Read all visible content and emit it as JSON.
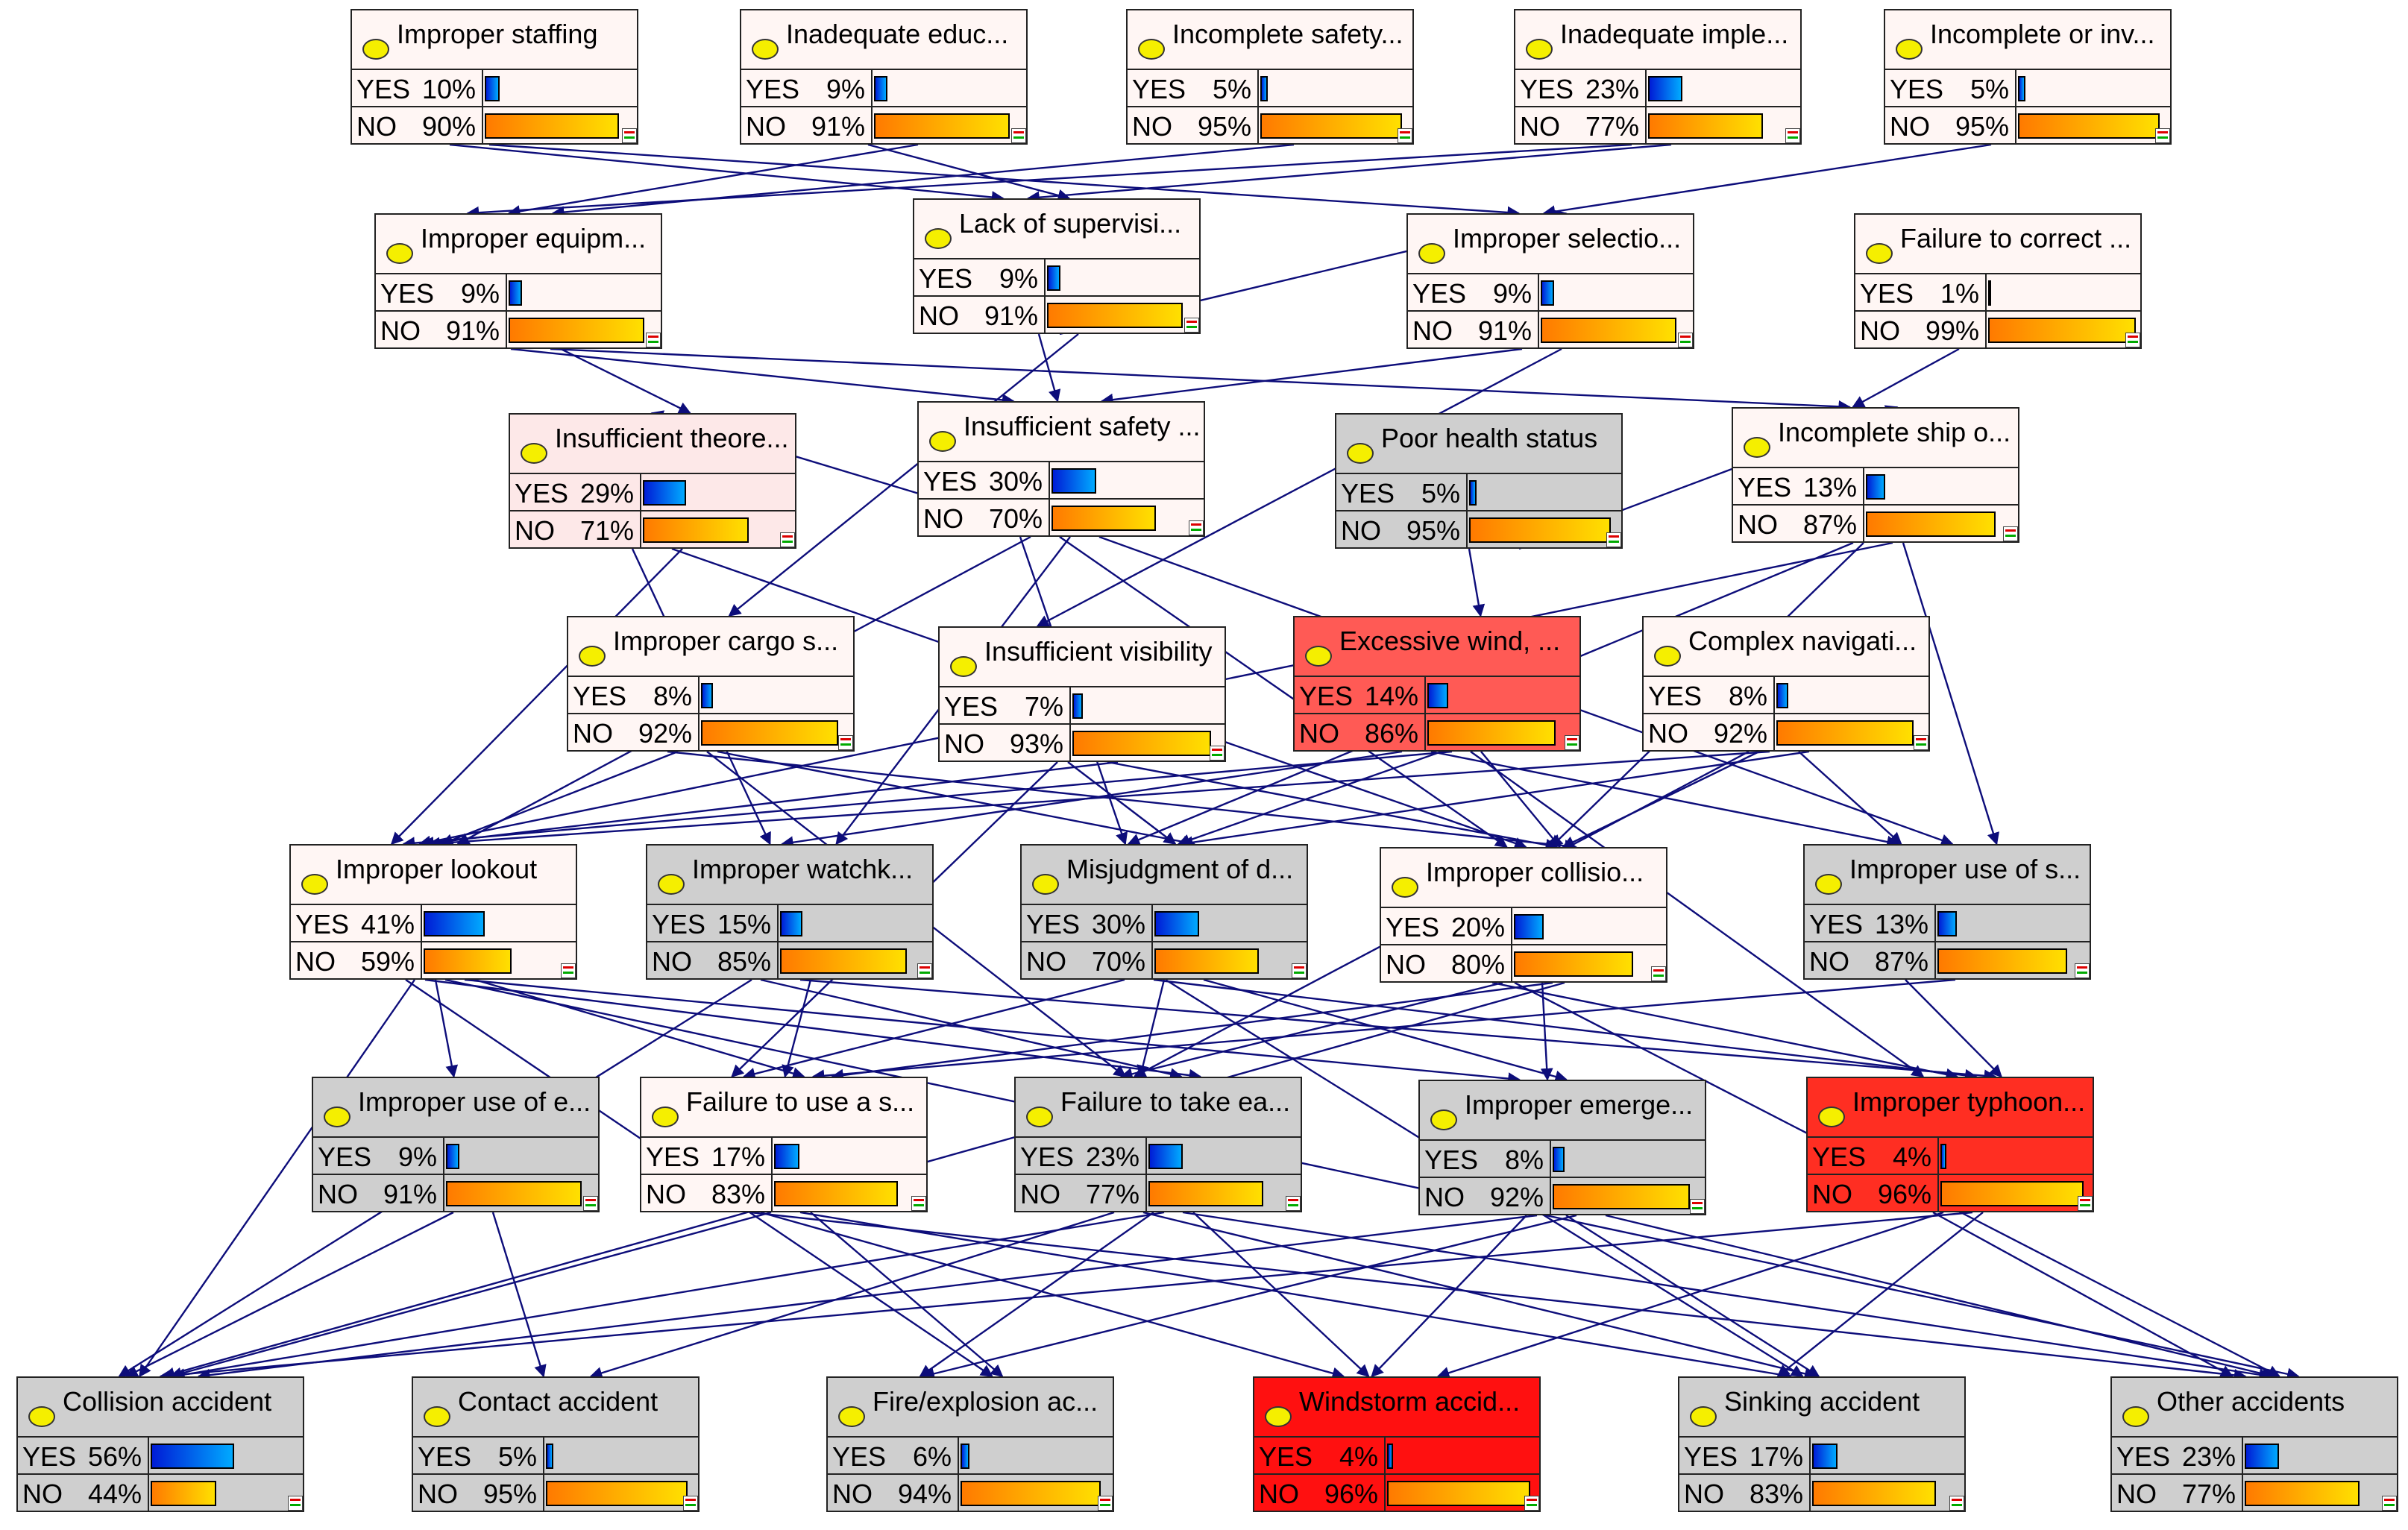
{
  "nodes": [
    {
      "id": "improper_staffing",
      "label": "Improper staffing",
      "yes": "10%",
      "no": "90%",
      "yes_value": 10,
      "no_value": 90,
      "style": "white"
    },
    {
      "id": "inadequate_education",
      "label": "Inadequate educ...",
      "yes": "9%",
      "no": "91%",
      "yes_value": 9,
      "no_value": 91,
      "style": "white"
    },
    {
      "id": "incomplete_safety",
      "label": "Incomplete safety...",
      "yes": "5%",
      "no": "95%",
      "yes_value": 5,
      "no_value": 95,
      "style": "white"
    },
    {
      "id": "inadequate_implementation",
      "label": "Inadequate imple...",
      "yes": "23%",
      "no": "77%",
      "yes_value": 23,
      "no_value": 77,
      "style": "white"
    },
    {
      "id": "incomplete_or_invalid",
      "label": "Incomplete or inv...",
      "yes": "5%",
      "no": "95%",
      "yes_value": 5,
      "no_value": 95,
      "style": "white"
    },
    {
      "id": "improper_equipment",
      "label": "Improper equipm...",
      "yes": "9%",
      "no": "91%",
      "yes_value": 9,
      "no_value": 91,
      "style": "white"
    },
    {
      "id": "lack_of_supervision",
      "label": "Lack of supervisi...",
      "yes": "9%",
      "no": "91%",
      "yes_value": 9,
      "no_value": 91,
      "style": "white"
    },
    {
      "id": "improper_selection",
      "label": "Improper selectio...",
      "yes": "9%",
      "no": "91%",
      "yes_value": 9,
      "no_value": 91,
      "style": "white"
    },
    {
      "id": "failure_to_correct",
      "label": "Failure to correct ...",
      "yes": "1%",
      "no": "99%",
      "yes_value": 1,
      "no_value": 99,
      "style": "white"
    },
    {
      "id": "insufficient_theoretical",
      "label": "Insufficient theore...",
      "yes": "29%",
      "no": "71%",
      "yes_value": 29,
      "no_value": 71,
      "style": "pink"
    },
    {
      "id": "insufficient_safety",
      "label": "Insufficient safety ...",
      "yes": "30%",
      "no": "70%",
      "yes_value": 30,
      "no_value": 70,
      "style": "white"
    },
    {
      "id": "poor_health_status",
      "label": "Poor health status",
      "yes": "5%",
      "no": "95%",
      "yes_value": 5,
      "no_value": 95,
      "style": "gray"
    },
    {
      "id": "incomplete_ship",
      "label": "Incomplete ship o...",
      "yes": "13%",
      "no": "87%",
      "yes_value": 13,
      "no_value": 87,
      "style": "white"
    },
    {
      "id": "improper_cargo",
      "label": "Improper cargo s...",
      "yes": "8%",
      "no": "92%",
      "yes_value": 8,
      "no_value": 92,
      "style": "white"
    },
    {
      "id": "insufficient_visibility",
      "label": "Insufficient visibility",
      "yes": "7%",
      "no": "93%",
      "yes_value": 7,
      "no_value": 93,
      "style": "white"
    },
    {
      "id": "excessive_wind",
      "label": "Excessive wind, ...",
      "yes": "14%",
      "no": "86%",
      "yes_value": 14,
      "no_value": 86,
      "style": "red"
    },
    {
      "id": "complex_navigation",
      "label": "Complex navigati...",
      "yes": "8%",
      "no": "92%",
      "yes_value": 8,
      "no_value": 92,
      "style": "white"
    },
    {
      "id": "improper_lookout",
      "label": "Improper lookout",
      "yes": "41%",
      "no": "59%",
      "yes_value": 41,
      "no_value": 59,
      "style": "white"
    },
    {
      "id": "improper_watchkeeping",
      "label": "Improper watchk...",
      "yes": "15%",
      "no": "85%",
      "yes_value": 15,
      "no_value": 85,
      "style": "gray"
    },
    {
      "id": "misjudgment",
      "label": "Misjudgment of d...",
      "yes": "30%",
      "no": "70%",
      "yes_value": 30,
      "no_value": 70,
      "style": "gray"
    },
    {
      "id": "improper_collision",
      "label": "Improper collisio...",
      "yes": "20%",
      "no": "80%",
      "yes_value": 20,
      "no_value": 80,
      "style": "white"
    },
    {
      "id": "improper_use_of_s",
      "label": "Improper use of s...",
      "yes": "13%",
      "no": "87%",
      "yes_value": 13,
      "no_value": 87,
      "style": "gray"
    },
    {
      "id": "improper_use_of_e",
      "label": "Improper use of e...",
      "yes": "9%",
      "no": "91%",
      "yes_value": 9,
      "no_value": 91,
      "style": "gray"
    },
    {
      "id": "failure_to_use",
      "label": "Failure to use a s...",
      "yes": "17%",
      "no": "83%",
      "yes_value": 17,
      "no_value": 83,
      "style": "white"
    },
    {
      "id": "failure_to_take",
      "label": "Failure to take ea...",
      "yes": "23%",
      "no": "77%",
      "yes_value": 23,
      "no_value": 77,
      "style": "gray"
    },
    {
      "id": "improper_emergency",
      "label": "Improper emerge...",
      "yes": "8%",
      "no": "92%",
      "yes_value": 8,
      "no_value": 92,
      "style": "gray"
    },
    {
      "id": "improper_typhoon",
      "label": "Improper typhoon...",
      "yes": "4%",
      "no": "96%",
      "yes_value": 4,
      "no_value": 96,
      "style": "bright-red"
    },
    {
      "id": "collision_accident",
      "label": "Collision accident",
      "yes": "56%",
      "no": "44%",
      "yes_value": 56,
      "no_value": 44,
      "style": "gray"
    },
    {
      "id": "contact_accident",
      "label": "Contact accident",
      "yes": "5%",
      "no": "95%",
      "yes_value": 5,
      "no_value": 95,
      "style": "gray"
    },
    {
      "id": "fire_explosion",
      "label": "Fire/explosion ac...",
      "yes": "6%",
      "no": "94%",
      "yes_value": 6,
      "no_value": 94,
      "style": "gray"
    },
    {
      "id": "windstorm_accident",
      "label": "Windstorm accid...",
      "yes": "4%",
      "no": "96%",
      "yes_value": 4,
      "no_value": 96,
      "style": "windstorm"
    },
    {
      "id": "sinking_accident",
      "label": "Sinking accident",
      "yes": "17%",
      "no": "83%",
      "yes_value": 17,
      "no_value": 83,
      "style": "gray"
    },
    {
      "id": "other_accidents",
      "label": "Other accidents",
      "yes": "23%",
      "no": "77%",
      "yes_value": 23,
      "no_value": 77,
      "style": "gray"
    }
  ],
  "state_labels": {
    "yes": "YES",
    "no": "NO"
  },
  "colors": {
    "edge": "#0d0d7a",
    "yes_bar": "#0066ff",
    "no_bar": "#ffb000",
    "excessive_wind": "#ff5a55",
    "improper_typhoon": "#ff2e22",
    "windstorm": "#ff1010",
    "gray_node": "#cfcfcf"
  },
  "edges": [
    [
      "improper_staffing",
      "lack_of_supervision"
    ],
    [
      "improper_staffing",
      "improper_selection"
    ],
    [
      "inadequate_education",
      "improper_equipment"
    ],
    [
      "inadequate_education",
      "lack_of_supervision"
    ],
    [
      "incomplete_safety",
      "improper_equipment"
    ],
    [
      "inadequate_implementation",
      "improper_equipment"
    ],
    [
      "inadequate_implementation",
      "lack_of_supervision"
    ],
    [
      "incomplete_or_invalid",
      "improper_selection"
    ],
    [
      "lack_of_supervision",
      "improper_selection"
    ],
    [
      "improper_equipment",
      "insufficient_theoretical"
    ],
    [
      "improper_equipment",
      "insufficient_safety"
    ],
    [
      "improper_equipment",
      "incomplete_ship"
    ],
    [
      "lack_of_supervision",
      "insufficient_safety"
    ],
    [
      "lack_of_supervision",
      "improper_cargo"
    ],
    [
      "improper_selection",
      "insufficient_safety"
    ],
    [
      "improper_selection",
      "insufficient_visibility"
    ],
    [
      "failure_to_correct",
      "incomplete_ship"
    ],
    [
      "insufficient_safety",
      "insufficient_theoretical"
    ],
    [
      "poor_health_status",
      "incomplete_ship"
    ],
    [
      "poor_health_status",
      "excessive_wind"
    ],
    [
      "insufficient_theoretical",
      "improper_lookout"
    ],
    [
      "insufficient_theoretical",
      "improper_watchkeeping"
    ],
    [
      "insufficient_theoretical",
      "improper_collision"
    ],
    [
      "insufficient_safety",
      "improper_lookout"
    ],
    [
      "insufficient_safety",
      "improper_watchkeeping"
    ],
    [
      "insufficient_safety",
      "misjudgment"
    ],
    [
      "insufficient_safety",
      "improper_collision"
    ],
    [
      "insufficient_safety",
      "improper_use_of_s"
    ],
    [
      "incomplete_ship",
      "improper_collision"
    ],
    [
      "incomplete_ship",
      "improper_use_of_s"
    ],
    [
      "incomplete_ship",
      "misjudgment"
    ],
    [
      "incomplete_ship",
      "improper_lookout"
    ],
    [
      "improper_cargo",
      "improper_lookout"
    ],
    [
      "improper_cargo",
      "misjudgment"
    ],
    [
      "improper_cargo",
      "improper_collision"
    ],
    [
      "improper_cargo",
      "failure_to_take"
    ],
    [
      "insufficient_visibility",
      "improper_lookout"
    ],
    [
      "insufficient_visibility",
      "misjudgment"
    ],
    [
      "insufficient_visibility",
      "improper_collision"
    ],
    [
      "insufficient_visibility",
      "failure_to_use"
    ],
    [
      "excessive_wind",
      "improper_lookout"
    ],
    [
      "excessive_wind",
      "improper_watchkeeping"
    ],
    [
      "excessive_wind",
      "misjudgment"
    ],
    [
      "excessive_wind",
      "improper_collision"
    ],
    [
      "excessive_wind",
      "improper_use_of_s"
    ],
    [
      "excessive_wind",
      "improper_typhoon"
    ],
    [
      "complex_navigation",
      "improper_lookout"
    ],
    [
      "complex_navigation",
      "misjudgment"
    ],
    [
      "complex_navigation",
      "improper_collision"
    ],
    [
      "complex_navigation",
      "improper_use_of_s"
    ],
    [
      "complex_navigation",
      "failure_to_take"
    ],
    [
      "improper_lookout",
      "improper_use_of_e"
    ],
    [
      "improper_lookout",
      "failure_to_use"
    ],
    [
      "improper_lookout",
      "failure_to_take"
    ],
    [
      "improper_lookout",
      "improper_emergency"
    ],
    [
      "improper_lookout",
      "collision_accident"
    ],
    [
      "improper_watchkeeping",
      "failure_to_use"
    ],
    [
      "improper_watchkeeping",
      "failure_to_take"
    ],
    [
      "improper_watchkeeping",
      "improper_typhoon"
    ],
    [
      "misjudgment",
      "failure_to_use"
    ],
    [
      "misjudgment",
      "failure_to_take"
    ],
    [
      "misjudgment",
      "improper_emergency"
    ],
    [
      "misjudgment",
      "improper_typhoon"
    ],
    [
      "improper_collision",
      "failure_to_use"
    ],
    [
      "improper_collision",
      "failure_to_take"
    ],
    [
      "improper_collision",
      "improper_emergency"
    ],
    [
      "improper_collision",
      "improper_typhoon"
    ],
    [
      "improper_use_of_s",
      "failure_to_use"
    ],
    [
      "improper_use_of_s",
      "improper_typhoon"
    ],
    [
      "improper_use_of_e",
      "collision_accident"
    ],
    [
      "improper_use_of_e",
      "contact_accident"
    ],
    [
      "failure_to_use",
      "collision_accident"
    ],
    [
      "failure_to_use",
      "fire_explosion"
    ],
    [
      "failure_to_use",
      "windstorm_accident"
    ],
    [
      "failure_to_use",
      "sinking_accident"
    ],
    [
      "failure_to_use",
      "other_accidents"
    ],
    [
      "failure_to_take",
      "collision_accident"
    ],
    [
      "failure_to_take",
      "contact_accident"
    ],
    [
      "failure_to_take",
      "fire_explosion"
    ],
    [
      "failure_to_take",
      "windstorm_accident"
    ],
    [
      "failure_to_take",
      "sinking_accident"
    ],
    [
      "failure_to_take",
      "other_accidents"
    ],
    [
      "improper_emergency",
      "collision_accident"
    ],
    [
      "improper_emergency",
      "fire_explosion"
    ],
    [
      "improper_emergency",
      "windstorm_accident"
    ],
    [
      "improper_emergency",
      "sinking_accident"
    ],
    [
      "improper_emergency",
      "other_accidents"
    ],
    [
      "improper_typhoon",
      "windstorm_accident"
    ],
    [
      "improper_typhoon",
      "sinking_accident"
    ],
    [
      "improper_typhoon",
      "other_accidents"
    ],
    [
      "improper_typhoon",
      "collision_accident"
    ],
    [
      "improper_lookout",
      "fire_explosion"
    ],
    [
      "improper_lookout",
      "other_accidents"
    ],
    [
      "improper_watchkeeping",
      "collision_accident"
    ],
    [
      "misjudgment",
      "sinking_accident"
    ],
    [
      "improper_collision",
      "collision_accident"
    ],
    [
      "improper_collision",
      "other_accidents"
    ]
  ]
}
